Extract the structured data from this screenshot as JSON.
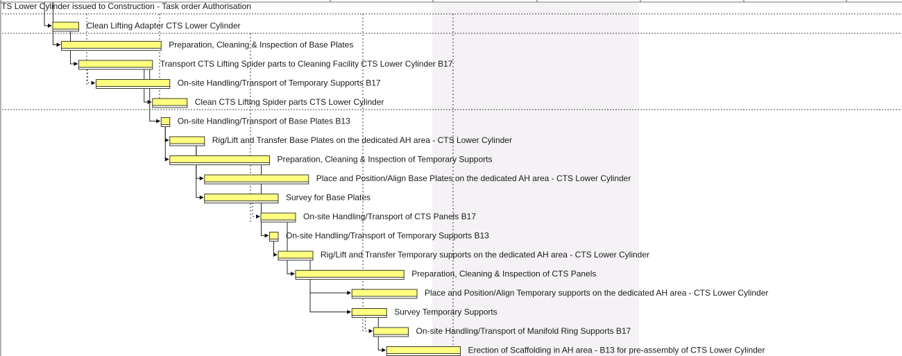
{
  "summary_task": "TS Lower Cylinder issued to Construction - Task order Authorisation",
  "colors": {
    "bar_fill": "#ffff80",
    "bar_border": "#3a3a2a",
    "nonworking_band": "#f4f2f4",
    "grid": "#555555"
  },
  "chart_data": {
    "type": "gantt",
    "time_unit": "day",
    "tasks": [
      {
        "name": "Clean Lifting Adapter CTS Lower Cylinder",
        "start": 0,
        "finish": 3,
        "pred": -1
      },
      {
        "name": "Preparation, Cleaning & Inspection of  Base Plates",
        "start": 1,
        "finish": 12.5,
        "pred": -1
      },
      {
        "name": "Transport CTS Lifting Spider parts to Cleaning Facility CTS Lower Cylinder B17",
        "start": 3,
        "finish": 11.5,
        "pred": 0
      },
      {
        "name": "On-site Handling/Transport of  Temporary Supports B17",
        "start": 5,
        "finish": 13.5,
        "pred": -2
      },
      {
        "name": "Clean CTS Lifting Spider parts CTS Lower Cylinder",
        "start": 11.5,
        "finish": 15.5,
        "pred": 2
      },
      {
        "name": "On-site Handling/Transport of  Base Plates B13",
        "start": 12.5,
        "finish": 13.5,
        "pred": 2
      },
      {
        "name": "Rig/Lift and Transfer  Base Plates on the dedicated AH area -  CTS Lower Cylinder",
        "start": 13.5,
        "finish": 17.5,
        "pred": 5
      },
      {
        "name": "Preparation, Cleaning & Inspection of  Temporary Supports",
        "start": 13.5,
        "finish": 25,
        "pred": 5
      },
      {
        "name": "Place and Position/Align  Base Plates on the dedicated AH area -  CTS Lower Cylinder",
        "start": 17.5,
        "finish": 29.5,
        "pred": 6
      },
      {
        "name": "Survey  for Base Plates",
        "start": 17.5,
        "finish": 26,
        "pred": 6
      },
      {
        "name": "On-site Handling/Transport of  CTS Panels B17",
        "start": 24,
        "finish": 28,
        "pred": -2
      },
      {
        "name": "On-site Handling/Transport of  Temporary Supports B13",
        "start": 25,
        "finish": 26,
        "pred": 7
      },
      {
        "name": "Rig/Lift and Transfer  Temporary supports on the dedicated AH area -  CTS Lower Cylinder",
        "start": 26,
        "finish": 30,
        "pred": 11
      },
      {
        "name": "Preparation, Cleaning & Inspection of  CTS Panels",
        "start": 28,
        "finish": 40.5,
        "pred": 10
      },
      {
        "name": "Place and Position/Align  Temporary supports on the dedicated AH area -  CTS Lower Cylinder",
        "start": 34.5,
        "finish": 42,
        "pred": 12
      },
      {
        "name": "Survey  Temporary Supports",
        "start": 34.5,
        "finish": 38.5,
        "pred": 12
      },
      {
        "name": "On-site Handling/Transport of  Manifold Ring Supports B17",
        "start": 37,
        "finish": 41,
        "pred": -2
      },
      {
        "name": "Erection of Scaffolding in AH area - B13 for pre-assembly of  CTS Lower Cylinder",
        "start": 38.5,
        "finish": 47,
        "pred": 15
      }
    ]
  }
}
